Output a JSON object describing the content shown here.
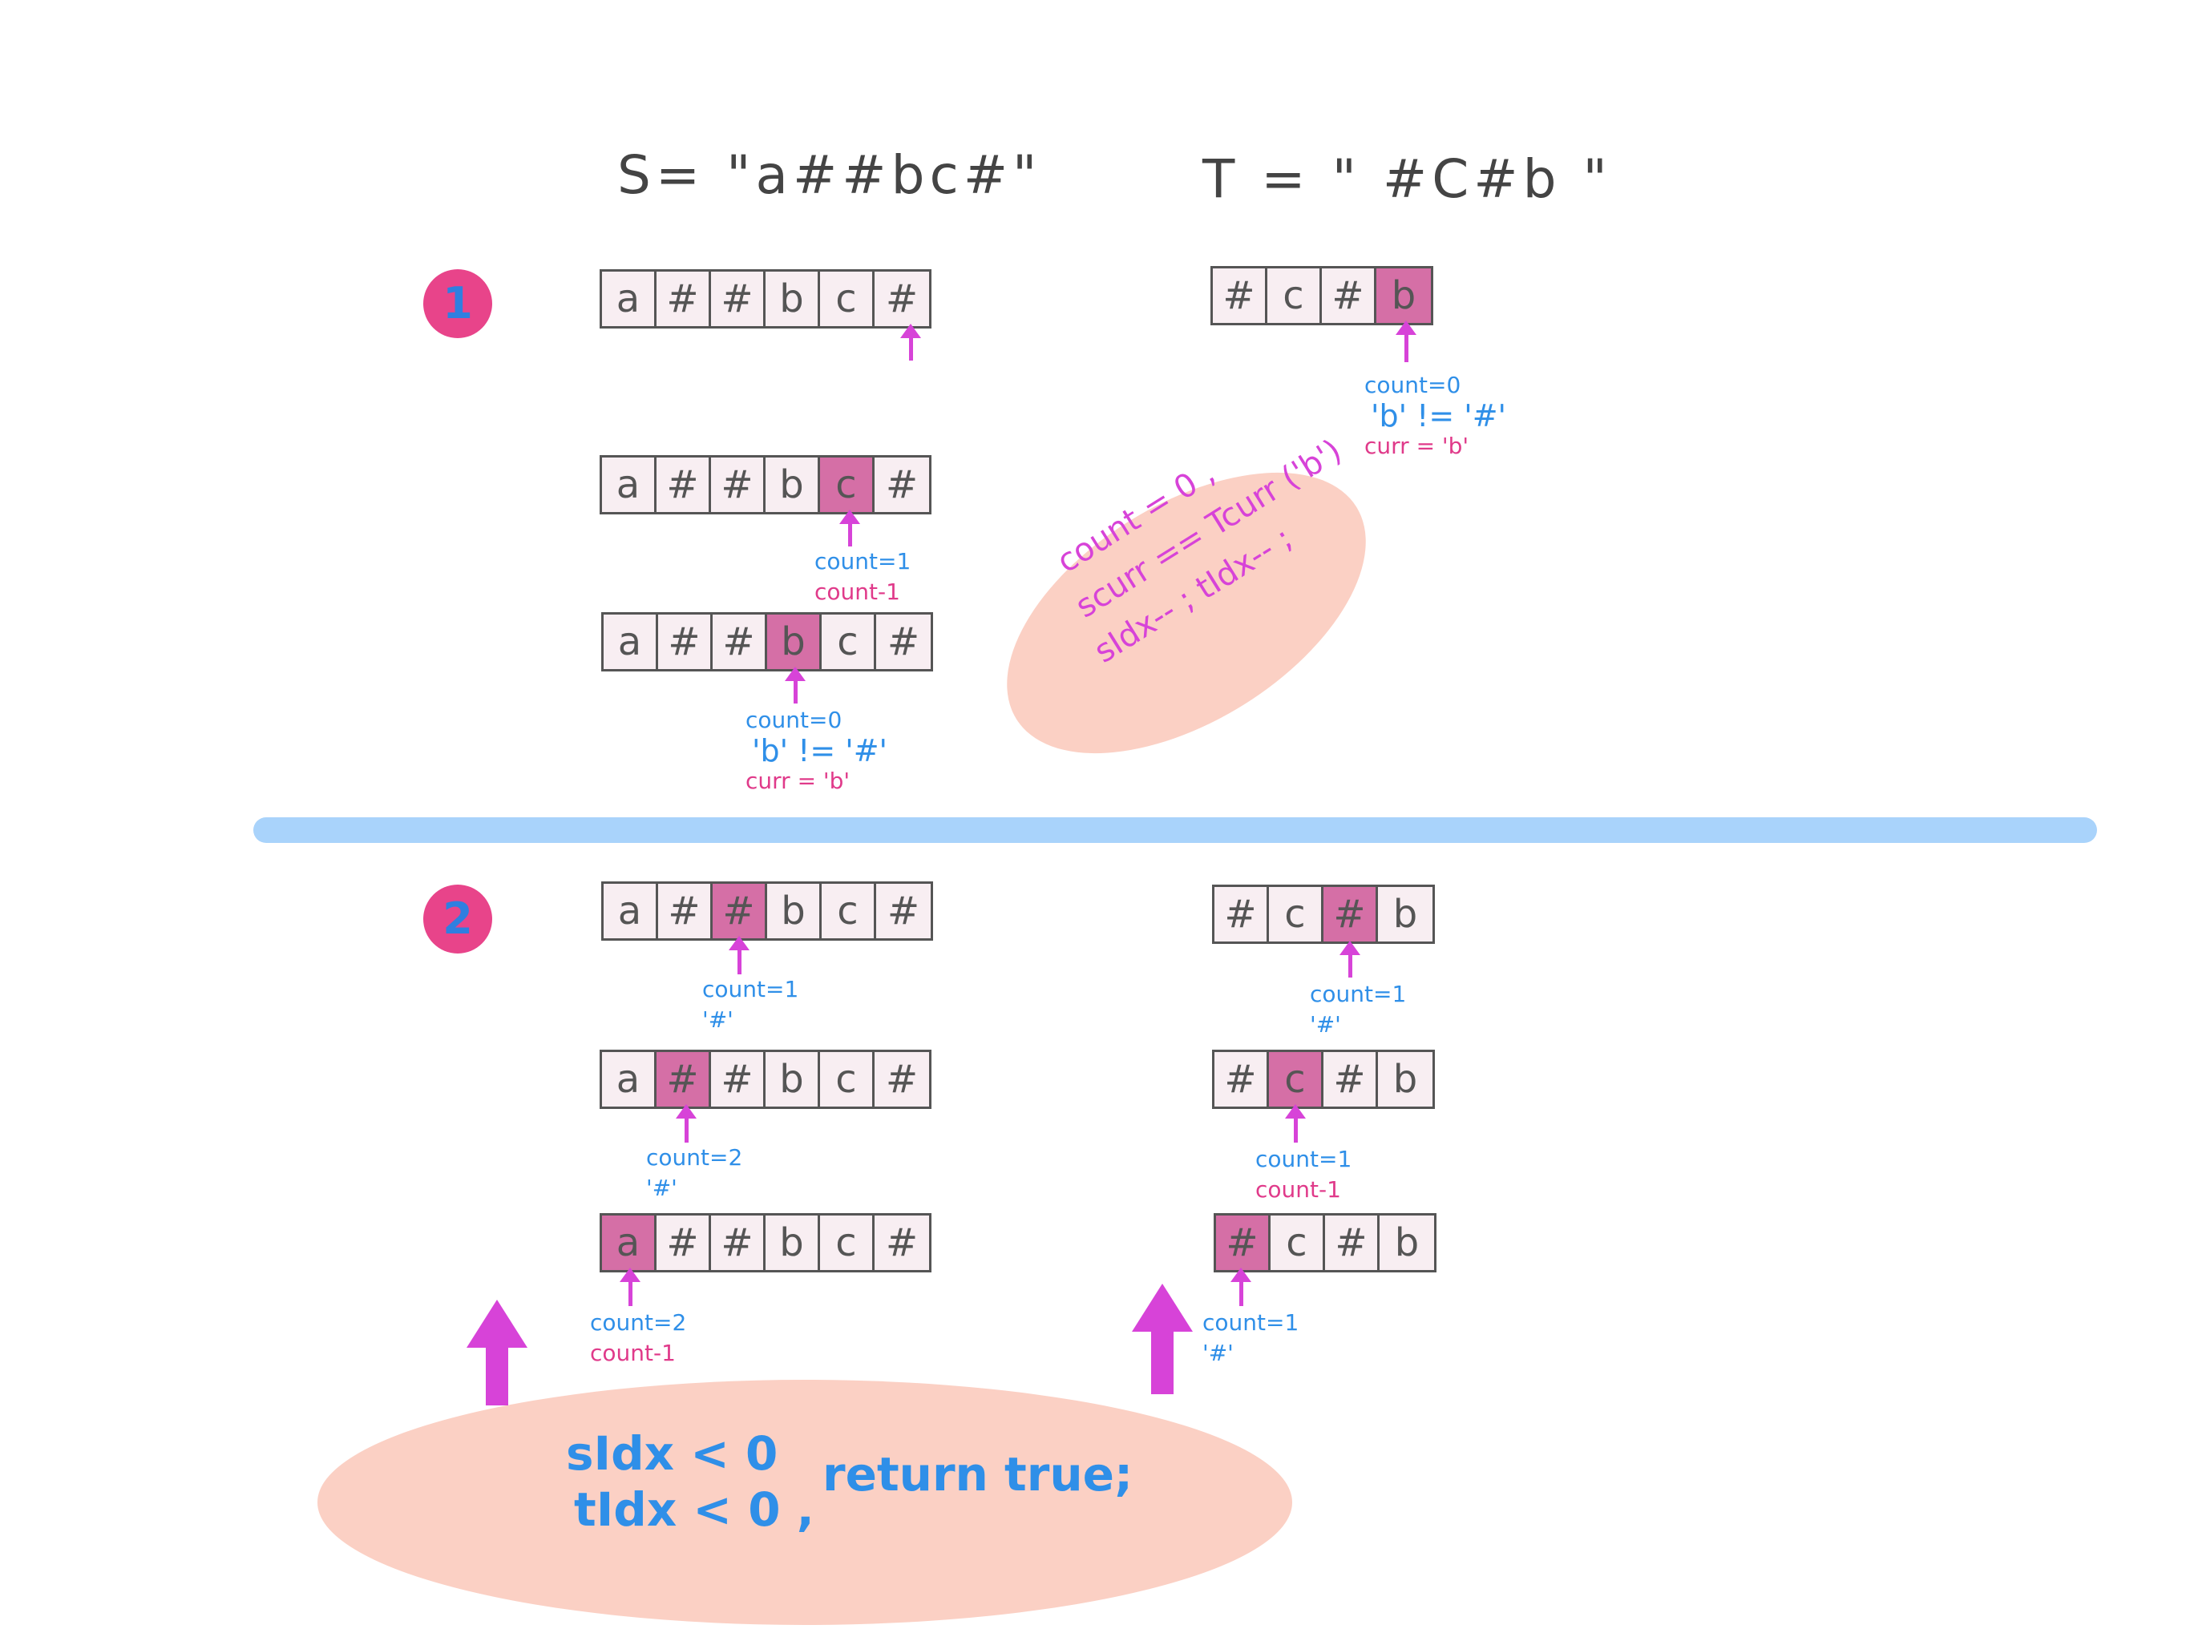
{
  "titles": {
    "s": "S= \"a##bc#\"",
    "t": "T = \" #C#b \""
  },
  "steps": [
    "1",
    "2"
  ],
  "arrays": {
    "s": [
      "a",
      "#",
      "#",
      "b",
      "c",
      "#"
    ],
    "t": [
      "#",
      "c",
      "#",
      "b"
    ]
  },
  "notes": {
    "n1": [
      "count=0",
      "'b' != '#'",
      "curr = 'b'"
    ],
    "n2": [
      "count=1",
      "count-1"
    ],
    "n3": [
      "count=0",
      "'b' != '#'",
      "curr = 'b'"
    ],
    "n4": [
      "count=1",
      "'#'"
    ],
    "n5": [
      "count=1",
      "'#'"
    ],
    "n6": [
      "count=2",
      "'#'"
    ],
    "n7": [
      "count=1",
      "count-1"
    ],
    "n8": [
      "count=2",
      "count-1"
    ],
    "n9": [
      "count=1",
      "'#'"
    ]
  },
  "blob1": [
    "count = 0 ,",
    "scurr == Tcurr ('b')",
    "sIdx-- ; tIdx-- ;"
  ],
  "final": {
    "cond1": "sIdx < 0",
    "cond2": "tIdx < 0 ,",
    "ret": "return true;"
  }
}
